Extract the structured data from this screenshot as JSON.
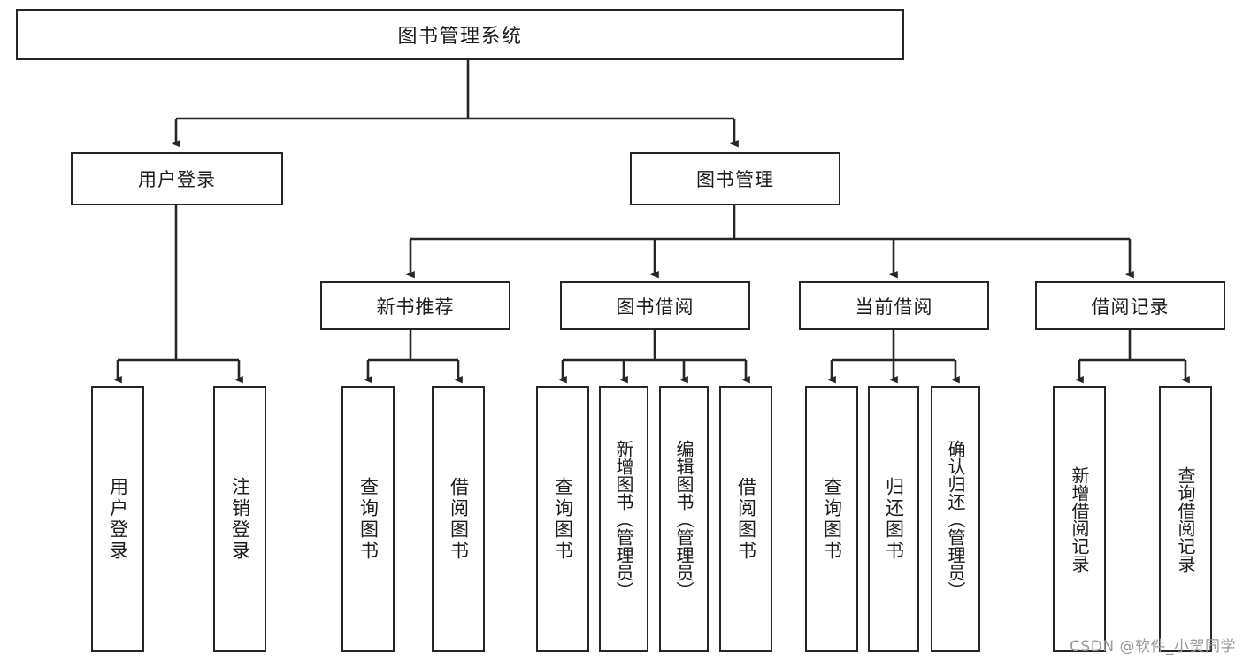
{
  "diagram": {
    "type": "tree-hierarchy",
    "title": "图书管理系统",
    "root": {
      "id": "root",
      "label": "图书管理系统"
    },
    "level1": [
      {
        "id": "user-login",
        "label": "用户登录"
      },
      {
        "id": "book-manage",
        "label": "图书管理"
      }
    ],
    "level2": [
      {
        "id": "new-book-rec",
        "label": "新书推荐",
        "parent": "book-manage"
      },
      {
        "id": "book-borrow",
        "label": "图书借阅",
        "parent": "book-manage"
      },
      {
        "id": "current-borrow",
        "label": "当前借阅",
        "parent": "book-manage"
      },
      {
        "id": "borrow-record",
        "label": "借阅记录",
        "parent": "book-manage"
      }
    ],
    "leaves": [
      {
        "id": "leaf-user-login",
        "label": "用户登录",
        "parent": "user-login"
      },
      {
        "id": "leaf-logout-login",
        "label": "注销登录",
        "parent": "user-login"
      },
      {
        "id": "leaf-query-book-1",
        "label": "查询图书",
        "parent": "new-book-rec"
      },
      {
        "id": "leaf-borrow-book-1",
        "label": "借阅图书",
        "parent": "new-book-rec"
      },
      {
        "id": "leaf-query-book-2",
        "label": "查询图书",
        "parent": "book-borrow"
      },
      {
        "id": "leaf-add-book",
        "label": "新增图书（管理员）",
        "parent": "book-borrow"
      },
      {
        "id": "leaf-edit-book",
        "label": "编辑图书（管理员）",
        "parent": "book-borrow"
      },
      {
        "id": "leaf-borrow-book-2",
        "label": "借阅图书",
        "parent": "book-borrow"
      },
      {
        "id": "leaf-query-book-3",
        "label": "查询图书",
        "parent": "current-borrow"
      },
      {
        "id": "leaf-return-book",
        "label": "归还图书",
        "parent": "current-borrow"
      },
      {
        "id": "leaf-confirm-return",
        "label": "确认归还（管理员）",
        "parent": "current-borrow"
      },
      {
        "id": "leaf-add-record",
        "label": "新增借阅记录",
        "parent": "borrow-record"
      },
      {
        "id": "leaf-query-record",
        "label": "查询借阅记录",
        "parent": "borrow-record"
      }
    ],
    "watermark": "CSDN @软件_小贺同学",
    "colors": {
      "stroke": "#262626",
      "fill": "#ffffff",
      "text": "#1b1b1b",
      "watermark": "#9a9a9a"
    }
  }
}
